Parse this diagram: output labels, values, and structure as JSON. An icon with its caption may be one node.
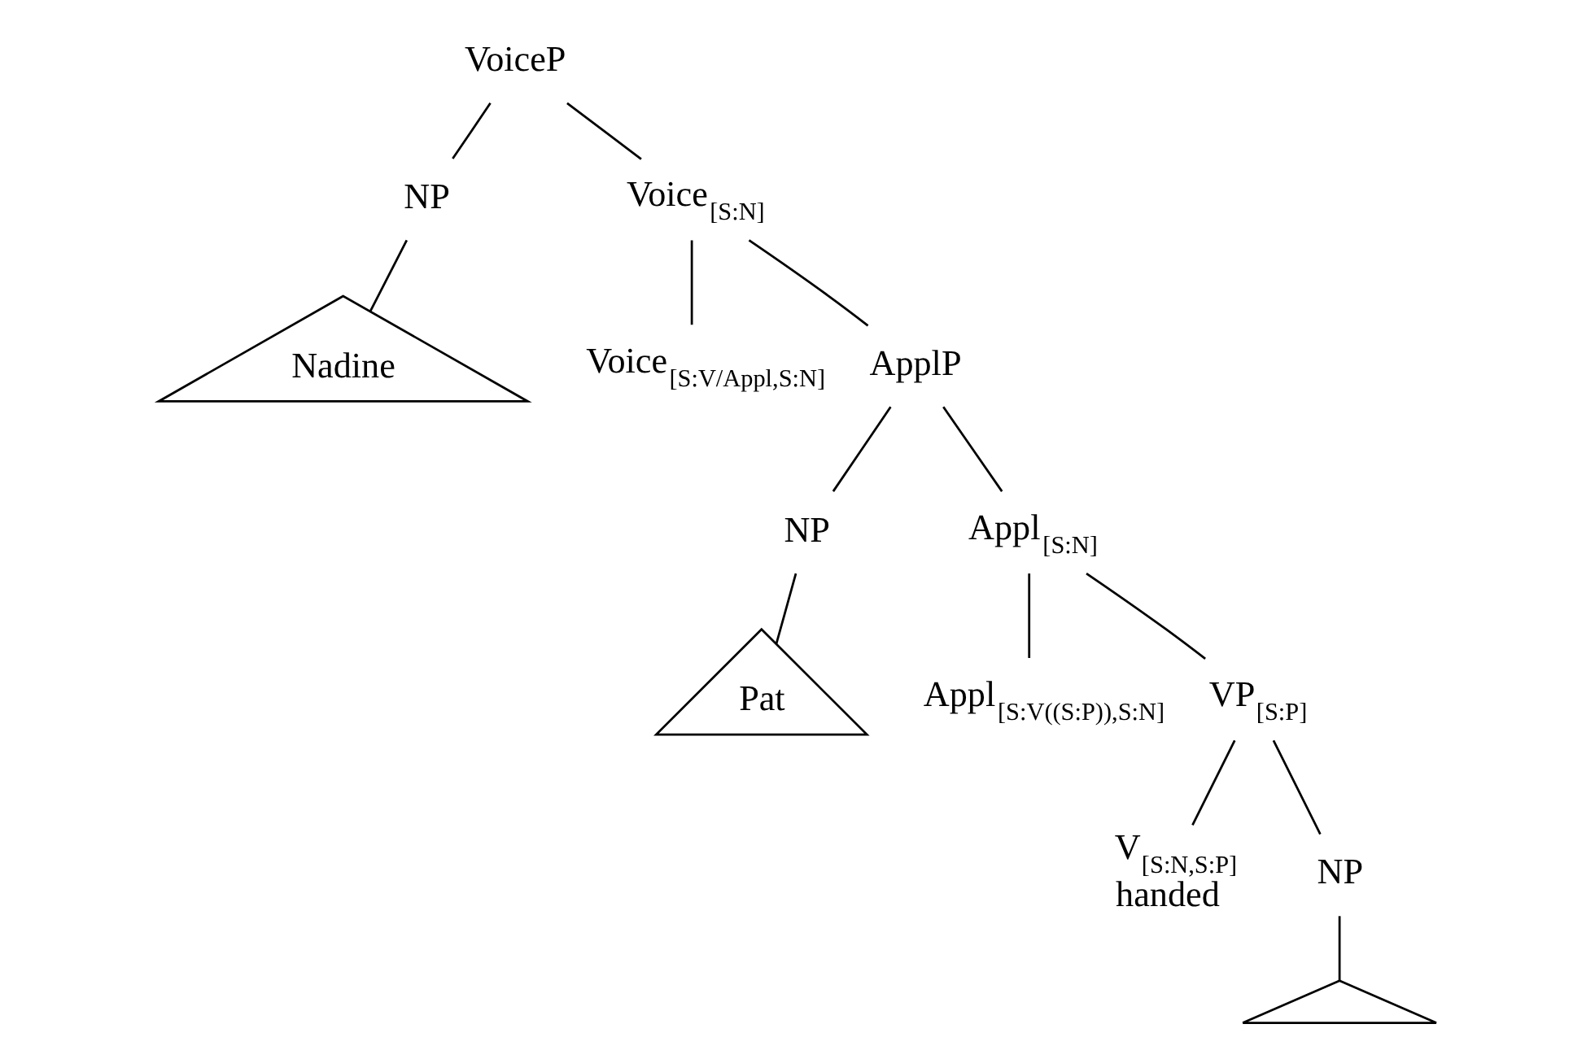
{
  "diagram": {
    "nodes": [
      {
        "text": [
          "VoiceP"
        ]
      },
      {
        "text": [
          "NP"
        ]
      },
      {
        "text": [
          "Nadine"
        ]
      },
      {
        "text": [
          "Voice$_{[S:N]}$"
        ]
      },
      {
        "text": [
          "Voice$_{[S:V/Appl,S:N]}$"
        ]
      },
      {
        "text": [
          "ApplP"
        ]
      },
      {
        "text": [
          "NP"
        ]
      },
      {
        "text": [
          "Pat"
        ]
      },
      {
        "text": [
          "Appl$_{[S:N]}$"
        ]
      },
      {
        "text": [
          "Appl$_{[S:V((S:P)),S:N]}$"
        ]
      },
      {
        "text": [
          "VP$_{[S:P]}$"
        ]
      },
      {
        "text": [
          "V$_{[S:N,S:P]}$",
          "handed"
        ]
      },
      {
        "text": [
          "NP"
        ]
      },
      {
        "text": [],
        "shape": "triangle"
      }
    ],
    "edges": [
      {
        "from": 0,
        "to": 1,
        "arrow": "none"
      },
      {
        "from": 0,
        "to": 3,
        "arrow": "none"
      },
      {
        "from": 1,
        "to": 2,
        "arrow": "none"
      },
      {
        "from": 3,
        "to": 4,
        "arrow": "none"
      },
      {
        "from": 3,
        "to": 5,
        "arrow": "none"
      },
      {
        "from": 5,
        "to": 6,
        "arrow": "none"
      },
      {
        "from": 5,
        "to": 8,
        "arrow": "none"
      },
      {
        "from": 6,
        "to": 7,
        "arrow": "none"
      },
      {
        "from": 8,
        "to": 9,
        "arrow": "none"
      },
      {
        "from": 8,
        "to": 10,
        "arrow": "none"
      },
      {
        "from": 10,
        "to": 11,
        "arrow": "none"
      },
      {
        "from": 10,
        "to": 12,
        "arrow": "none"
      },
      {
        "from": 12,
        "to": 13,
        "arrow": "none"
      }
    ]
  }
}
